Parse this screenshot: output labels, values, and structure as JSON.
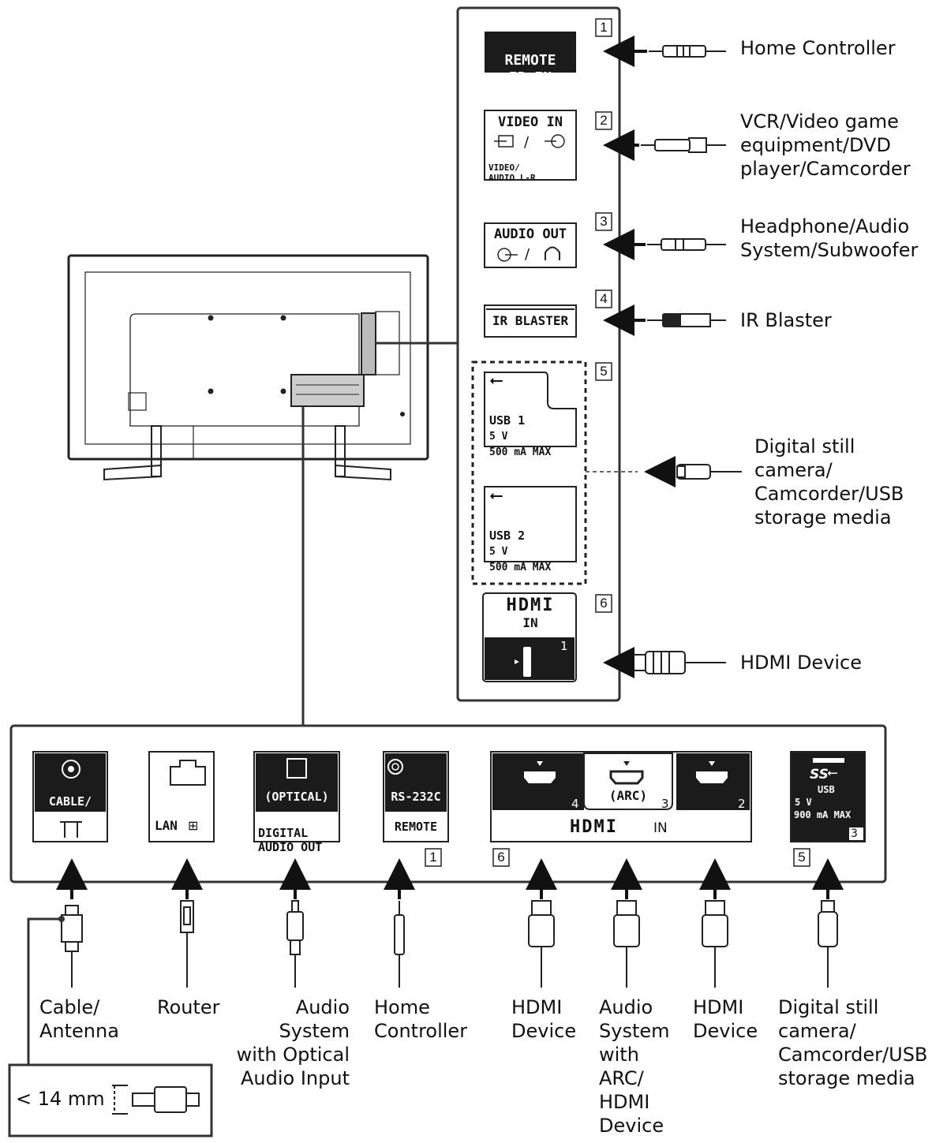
{
  "side_panel": {
    "ports": [
      {
        "num": "1",
        "label_l1": "REMOTE",
        "label_l2": "IR IN",
        "device": "Home Controller"
      },
      {
        "num": "2",
        "label_l1": "VIDEO IN",
        "sub_l1": "VIDEO/",
        "sub_l2": "AUDIO L-R",
        "device": "VCR/Video game\nequipment/DVD\nplayer/Camcorder"
      },
      {
        "num": "3",
        "label_l1": "AUDIO OUT",
        "device": "Headphone/Audio\nSystem/Subwoofer"
      },
      {
        "num": "4",
        "label_l1": "IR BLASTER",
        "device": "IR Blaster"
      },
      {
        "num": "5",
        "usb1": {
          "name": "USB",
          "index": "1",
          "volt": "5 V",
          "current": "500 mA MAX"
        },
        "usb2": {
          "name": "USB",
          "index": "2",
          "volt": "5 V",
          "current": "500 mA MAX"
        },
        "device": "Digital still camera/\nCamcorder/USB\nstorage media"
      },
      {
        "num": "6",
        "label_l1": "HDMI",
        "label_l2": "IN",
        "port_index": "1",
        "device": "HDMI Device"
      }
    ]
  },
  "bottom_panel": {
    "ports": {
      "cable": {
        "label_l1": "CABLE/",
        "label_l2": "ANTENNA"
      },
      "lan": {
        "label": "LAN"
      },
      "optical": {
        "label_l1": "(OPTICAL)",
        "label_l2": "DIGITAL",
        "label_l3": "AUDIO OUT"
      },
      "rs232": {
        "label_l1": "RS-232C",
        "label_l2": "REMOTE",
        "num": "1"
      },
      "hdmi": {
        "num": "6",
        "arc": "(ARC)",
        "idx4": "4",
        "idx3": "3",
        "idx2": "2",
        "brand": "HDMI",
        "suffix": "IN"
      },
      "usb3": {
        "num": "5",
        "name": "USB",
        "volt": "5 V",
        "current": "900 mA MAX",
        "index": "3",
        "ss": "SS"
      }
    },
    "devices": [
      "Cable/\nAntenna",
      "Router",
      "Audio System\nwith Optical\nAudio Input",
      "Home\nController",
      "HDMI\nDevice",
      "Audio\nSystem\nwith\nARC/\nHDMI\nDevice",
      "HDMI\nDevice",
      "Digital still\ncamera/\nCamcorder/USB\nstorage media"
    ]
  },
  "connector_note": {
    "text": "< 14 mm"
  }
}
